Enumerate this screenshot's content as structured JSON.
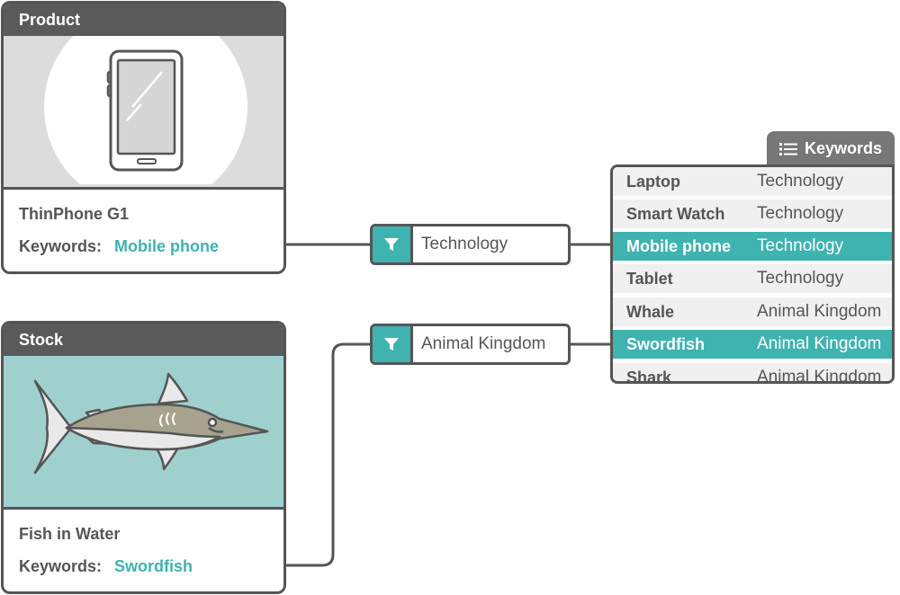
{
  "product_card": {
    "header": "Product",
    "title": "ThinPhone G1",
    "keywords_label": "Keywords:",
    "keywords_value": "Mobile phone",
    "image_icon": "smartphone-icon"
  },
  "stock_card": {
    "header": "Stock",
    "title": "Fish in Water",
    "keywords_label": "Keywords:",
    "keywords_value": "Swordfish",
    "image_icon": "swordfish-icon"
  },
  "filters": [
    {
      "label": "Technology",
      "icon": "filter-icon"
    },
    {
      "label": "Animal Kingdom",
      "icon": "filter-icon"
    }
  ],
  "keywords_panel": {
    "tab_label": "Keywords",
    "tab_icon": "list-icon",
    "rows": [
      {
        "name": "Laptop",
        "category": "Technology",
        "selected": false
      },
      {
        "name": "Smart Watch",
        "category": "Technology",
        "selected": false
      },
      {
        "name": "Mobile phone",
        "category": "Technology",
        "selected": true
      },
      {
        "name": "Tablet",
        "category": "Technology",
        "selected": false
      },
      {
        "name": "Whale",
        "category": "Animal Kingdom",
        "selected": false
      },
      {
        "name": "Swordfish",
        "category": "Animal Kingdom",
        "selected": true
      },
      {
        "name": "Shark",
        "category": "Animal Kingdom",
        "selected": false
      }
    ]
  },
  "colors": {
    "accent": "#3fb3b0",
    "header_bg": "#5a5a5a",
    "border": "#555555",
    "row_bg": "#f0f0f0",
    "product_image_bg": "#dcdcdc",
    "stock_image_bg": "#9fd0cd"
  }
}
